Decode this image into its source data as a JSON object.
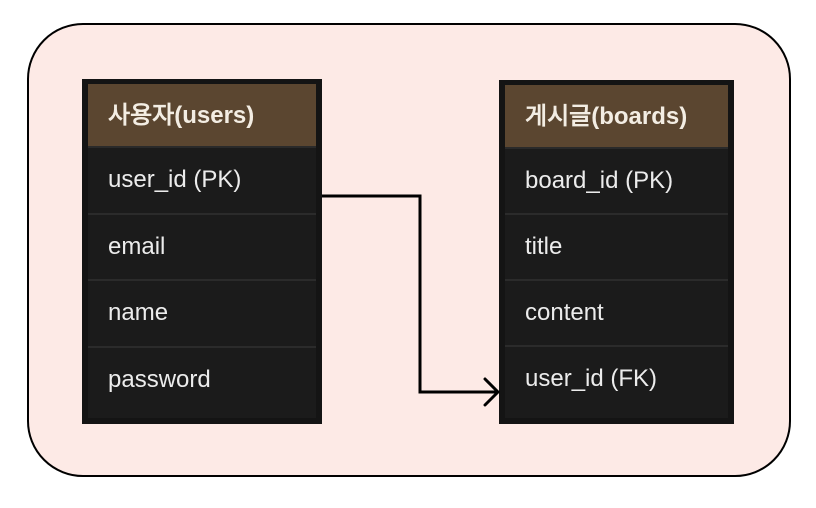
{
  "entities": {
    "users": {
      "title": "사용자(users)",
      "fields": [
        "user_id (PK)",
        "email",
        "name",
        "password"
      ]
    },
    "boards": {
      "title": "게시글(boards)",
      "fields": [
        "board_id (PK)",
        "title",
        "content",
        "user_id (FK)"
      ]
    }
  },
  "relationship": {
    "from": "users.user_id",
    "to": "boards.user_id"
  },
  "colors": {
    "background": "#fdeae6",
    "table_body": "#1b1b1b",
    "table_header": "#5b4630",
    "connector": "#000000"
  }
}
